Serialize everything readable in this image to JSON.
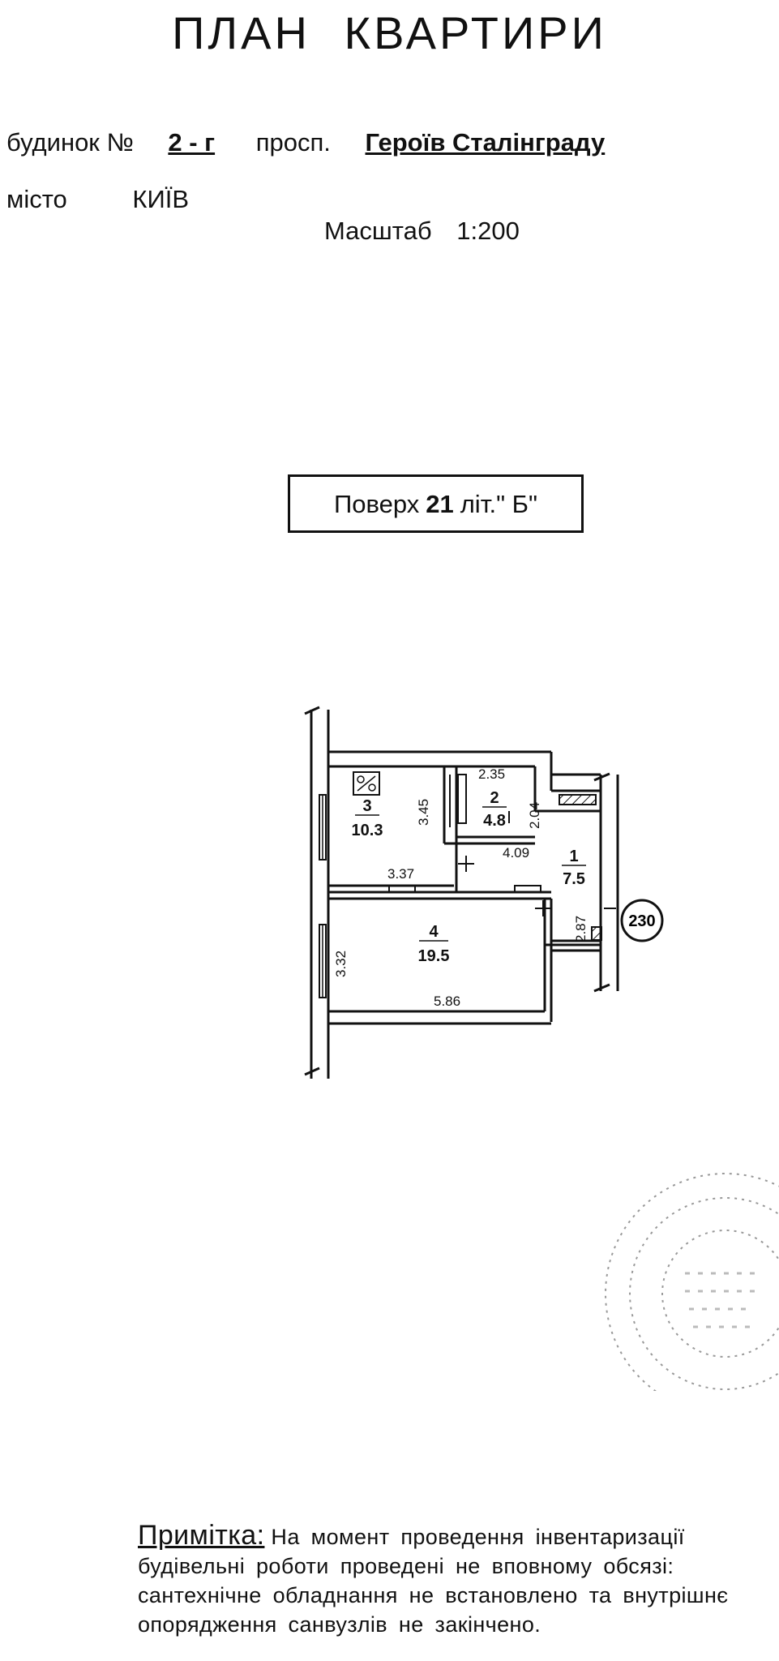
{
  "header": {
    "title": "ПЛАН КВАРТИРИ",
    "building_label": "будинок №",
    "building_number": "2 - г",
    "street_type": "просп.",
    "street_name": "Героїв Сталінграду",
    "city_label": "місто",
    "city": "КИЇВ",
    "scale_label": "Масштаб",
    "scale": "1:200"
  },
  "floor": {
    "label": "Поверх",
    "number": "21",
    "letter": "літ.\" Б\""
  },
  "plan": {
    "apartment_number": "230",
    "rooms": [
      {
        "number": "3",
        "area": "10.3"
      },
      {
        "number": "2",
        "area": "4.8"
      },
      {
        "number": "1",
        "area": "7.5"
      },
      {
        "number": "4",
        "area": "19.5"
      }
    ],
    "dimensions": [
      "2.35",
      "3.45",
      "2.04",
      "4.09",
      "3.37",
      "2.87",
      "3.32",
      "5.86"
    ]
  },
  "note": {
    "label": "Примітка:",
    "text": "На момент проведення інвентаризації будівельні роботи проведені не вповному обсязі: сантехнічне обладнання не встановлено та внутрішнє опорядження санвузлів не закінчено."
  }
}
